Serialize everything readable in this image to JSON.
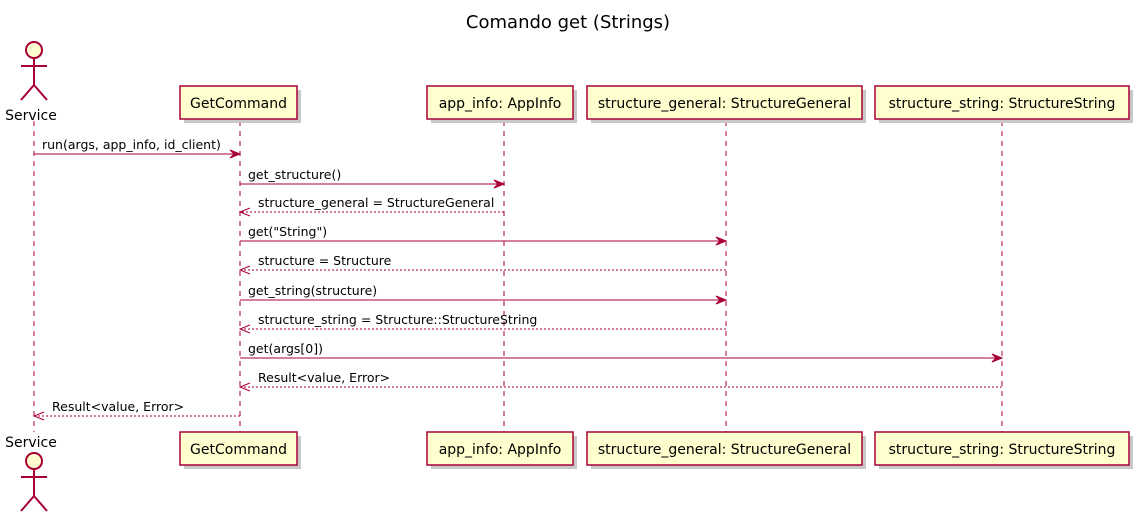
{
  "title": "Comando get (Strings)",
  "participants": [
    {
      "id": "service",
      "label": "Service",
      "kind": "actor"
    },
    {
      "id": "getcommand",
      "label": "GetCommand",
      "kind": "participant"
    },
    {
      "id": "app_info",
      "label": "app_info: AppInfo",
      "kind": "participant"
    },
    {
      "id": "structure_general",
      "label": "structure_general: StructureGeneral",
      "kind": "participant"
    },
    {
      "id": "structure_string",
      "label": "structure_string: StructureString",
      "kind": "participant"
    }
  ],
  "messages": [
    {
      "from": "service",
      "to": "getcommand",
      "label": "run(args, app_info, id_client)",
      "style": "solid"
    },
    {
      "from": "getcommand",
      "to": "app_info",
      "label": "get_structure()",
      "style": "solid"
    },
    {
      "from": "app_info",
      "to": "getcommand",
      "label": "structure_general = StructureGeneral",
      "style": "dashed"
    },
    {
      "from": "getcommand",
      "to": "structure_general",
      "label": "get(\"String\")",
      "style": "solid"
    },
    {
      "from": "structure_general",
      "to": "getcommand",
      "label": "structure = Structure",
      "style": "dashed"
    },
    {
      "from": "getcommand",
      "to": "structure_general",
      "label": "get_string(structure)",
      "style": "solid"
    },
    {
      "from": "structure_general",
      "to": "getcommand",
      "label": "structure_string = Structure::StructureString",
      "style": "dashed"
    },
    {
      "from": "getcommand",
      "to": "structure_string",
      "label": "get(args[0])",
      "style": "solid"
    },
    {
      "from": "structure_string",
      "to": "getcommand",
      "label": "Result<value, Error>",
      "style": "dashed"
    },
    {
      "from": "getcommand",
      "to": "service",
      "label": "Result<value, Error>",
      "style": "dashed"
    }
  ],
  "colors": {
    "line": "#A80036",
    "box_fill": "#FEFECE",
    "text": "#000000",
    "background": "#FFFFFF"
  }
}
